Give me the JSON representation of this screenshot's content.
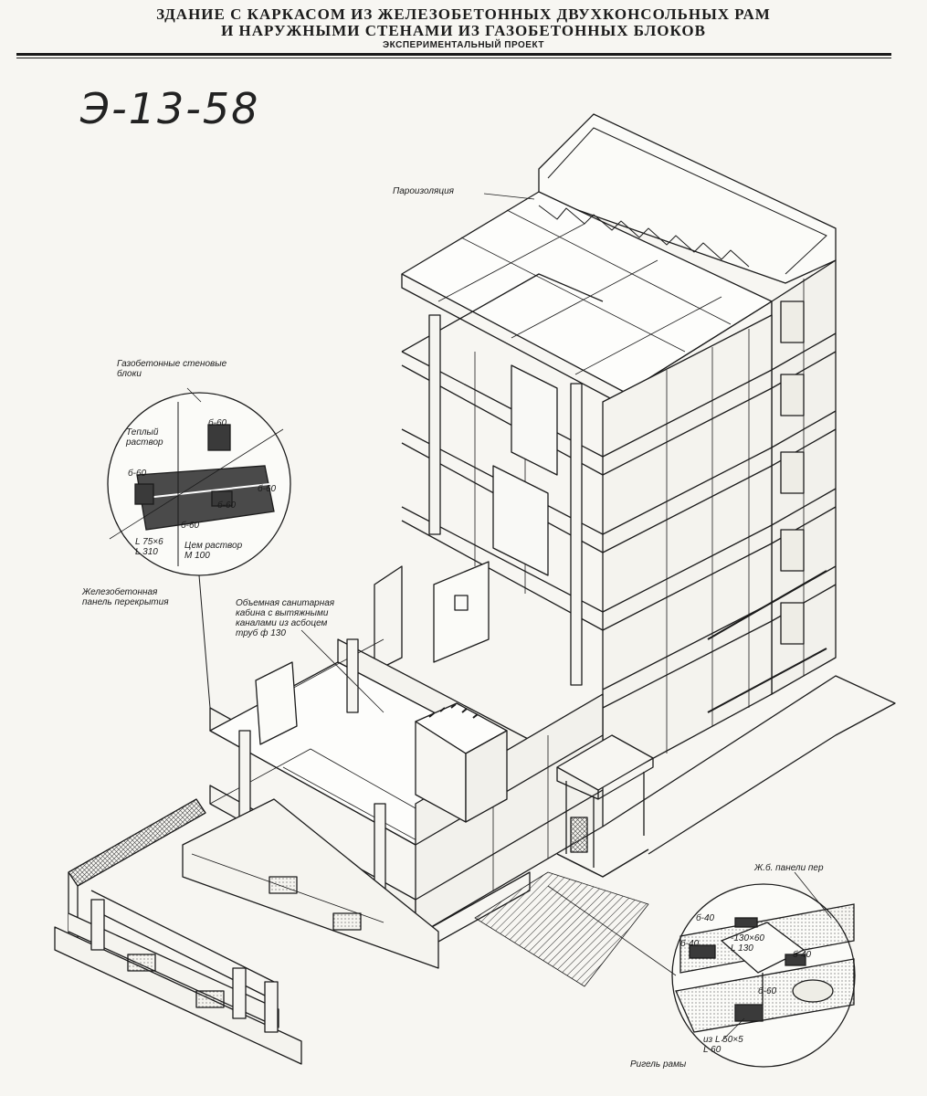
{
  "header": {
    "title_line1": "ЗДАНИЕ С КАРКАСОМ ИЗ ЖЕЛЕЗОБЕТОННЫХ ДВУХКОНСОЛЬНЫХ РАМ",
    "title_line2": "И НАРУЖНЫМИ СТЕНАМИ ИЗ ГАЗОБЕТОННЫХ БЛОКОВ",
    "subtitle": "ЭКСПЕРИМЕНТАЛЬНЫЙ ПРОЕКТ"
  },
  "project_code": "Э-13-58",
  "labels": {
    "vapor_barrier": "Пароизоляция",
    "gas_concrete_blocks": "Газобетонные стеновые\nблоки",
    "warm_mortar": "Теплый\nраствор",
    "d60_a": "б-60",
    "d60_b": "б-60",
    "d60_c": "б-60",
    "d60_d": "б-60",
    "d60_e": "б-60",
    "angle_l75": "L 75×6\nL 310",
    "cement_mortar": "Цем раствор\nМ 100",
    "floor_panel": "Железобетонная\nпанель перекрытия",
    "sanitary_cabin": "Объемная санитарная\nкабина с вытяжными\nканалами из асбоцем\nтруб ф 130",
    "rc_panels": "Ж.б. панели пер",
    "d40_a": "б-40",
    "d40_b": "б-40",
    "d40_c": "б-40",
    "plate": "-130×60\nL 130",
    "d60_f": "б-60",
    "angle_l50": "из L 50×5\nL 60",
    "frame_girder": "Ригель рамы"
  }
}
